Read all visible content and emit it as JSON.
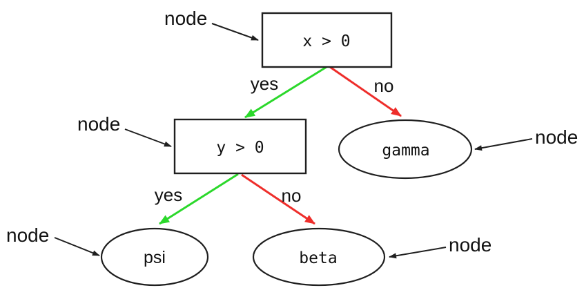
{
  "diagram": {
    "kind": "decision-tree",
    "nodes": {
      "root": {
        "label": "x > 0",
        "shape": "rect"
      },
      "child": {
        "label": "y > 0",
        "shape": "rect"
      },
      "gamma": {
        "label": "gamma",
        "shape": "ellipse"
      },
      "psi": {
        "label": "psi",
        "shape": "ellipse"
      },
      "beta": {
        "label": "beta",
        "shape": "ellipse"
      }
    },
    "edges": {
      "root_yes": {
        "label": "yes",
        "color": "#2bd82b",
        "from": "root",
        "to": "child"
      },
      "root_no": {
        "label": "no",
        "color": "#ee2e2b",
        "from": "root",
        "to": "gamma"
      },
      "child_yes": {
        "label": "yes",
        "color": "#2bd82b",
        "from": "child",
        "to": "psi"
      },
      "child_no": {
        "label": "no",
        "color": "#ee2e2b",
        "from": "child",
        "to": "beta"
      }
    },
    "annotations": [
      {
        "label": "node",
        "target": "root"
      },
      {
        "label": "node",
        "target": "child"
      },
      {
        "label": "node",
        "target": "gamma"
      },
      {
        "label": "node",
        "target": "psi"
      },
      {
        "label": "node",
        "target": "beta"
      }
    ],
    "colors": {
      "yes": "#2bd82b",
      "no": "#ee2e2b",
      "callout": "#1f1f1f",
      "background": "#ffffff"
    }
  }
}
